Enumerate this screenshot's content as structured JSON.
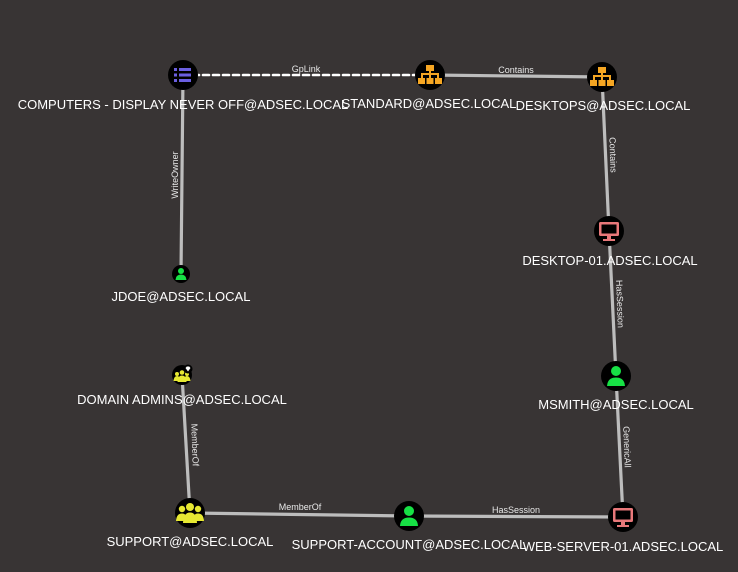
{
  "colors": {
    "background": "#383434",
    "edge": "#bdbdbd",
    "gpo": "#6b5fe0",
    "ou": "#f5a623",
    "computer": "#e8787a",
    "user": "#17e045",
    "group": "#e6e832"
  },
  "nodes": [
    {
      "id": "gpo",
      "label": "COMPUTERS - DISPLAY NEVER OFF@ADSEC.LOCAL",
      "icon": "list-icon"
    },
    {
      "id": "standard",
      "label": "STANDARD@ADSEC.LOCAL",
      "icon": "sitemap-icon"
    },
    {
      "id": "desktops",
      "label": "DESKTOPS@ADSEC.LOCAL",
      "icon": "sitemap-icon"
    },
    {
      "id": "desktop01",
      "label": "DESKTOP-01.ADSEC.LOCAL",
      "icon": "desktop-icon"
    },
    {
      "id": "jdoe",
      "label": "JDOE@ADSEC.LOCAL",
      "icon": "user-icon"
    },
    {
      "id": "msmith",
      "label": "MSMITH@ADSEC.LOCAL",
      "icon": "user-icon"
    },
    {
      "id": "domainadmins",
      "label": "DOMAIN ADMINS@ADSEC.LOCAL",
      "icon": "gem-users-icon"
    },
    {
      "id": "support",
      "label": "SUPPORT@ADSEC.LOCAL",
      "icon": "users-icon"
    },
    {
      "id": "supportaccount",
      "label": "SUPPORT-ACCOUNT@ADSEC.LOCAL",
      "icon": "user-icon"
    },
    {
      "id": "webserver",
      "label": "WEB-SERVER-01.ADSEC.LOCAL",
      "icon": "desktop-icon"
    }
  ],
  "edges": [
    {
      "id": "e1",
      "label": "GpLink",
      "source": "gpo",
      "target": "standard"
    },
    {
      "id": "e2",
      "label": "Contains",
      "source": "standard",
      "target": "desktops"
    },
    {
      "id": "e3",
      "label": "Contains",
      "source": "desktops",
      "target": "desktop01"
    },
    {
      "id": "e4",
      "label": "WriteOwner",
      "source": "jdoe",
      "target": "gpo"
    },
    {
      "id": "e5",
      "label": "HasSession",
      "source": "desktop01",
      "target": "msmith"
    },
    {
      "id": "e6",
      "label": "GenericAll",
      "source": "msmith",
      "target": "webserver"
    },
    {
      "id": "e7",
      "label": "MemberOf",
      "source": "support",
      "target": "domainadmins"
    },
    {
      "id": "e8",
      "label": "MemberOf",
      "source": "supportaccount",
      "target": "support"
    },
    {
      "id": "e9",
      "label": "HasSession",
      "source": "webserver",
      "target": "supportaccount"
    }
  ]
}
